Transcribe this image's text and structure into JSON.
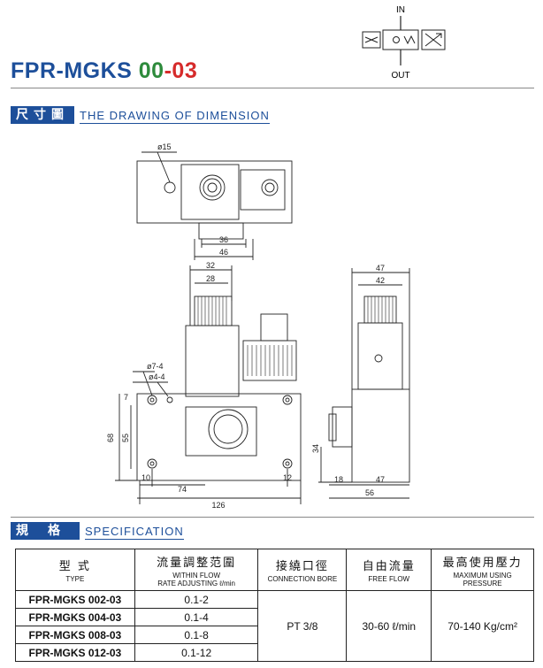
{
  "symbol": {
    "in_label": "IN",
    "out_label": "OUT"
  },
  "title": {
    "model": "FPR-MGKS",
    "code_a": "00",
    "dash": "-",
    "code_b": "03"
  },
  "section_dimension": {
    "label_cn": "尺寸圖",
    "label_en": "THE DRAWING OF DIMENSION"
  },
  "section_spec": {
    "label_cn": "規格",
    "label_en": "SPECIFICATION"
  },
  "dimensions": {
    "top_view": {
      "hole": "ø15",
      "w1": "36",
      "w2": "46"
    },
    "front_view": {
      "d32": "32",
      "d28": "28",
      "hole1": "ø7-4",
      "hole2": "ø4-4",
      "d7": "7",
      "d68": "68",
      "d55": "55",
      "d10": "10",
      "d74": "74",
      "d12": "12",
      "d126": "126"
    },
    "side_view": {
      "d47a": "47",
      "d42": "42",
      "d34": "34",
      "d18": "18",
      "d47b": "47",
      "d56": "56"
    }
  },
  "table": {
    "headers": [
      {
        "cn": "型 式",
        "en": "TYPE"
      },
      {
        "cn": "流量調整范圍",
        "en": "WITHIN FLOW",
        "en2": "RATE ADJUSTING ℓ/min"
      },
      {
        "cn": "接繞口徑",
        "en": "CONNECTION BORE"
      },
      {
        "cn": "自由流量",
        "en": "FREE FLOW"
      },
      {
        "cn": "最高使用壓力",
        "en": "MAXIMUM USING",
        "en2": "PRESSURE"
      }
    ],
    "rows": [
      {
        "type": "FPR-MGKS 002-03",
        "rate": "0.1-2"
      },
      {
        "type": "FPR-MGKS 004-03",
        "rate": "0.1-4"
      },
      {
        "type": "FPR-MGKS 008-03",
        "rate": "0.1-8"
      },
      {
        "type": "FPR-MGKS 012-03",
        "rate": "0.1-12"
      }
    ],
    "connection_bore": "PT 3/8",
    "free_flow": "30-60 ℓ/min",
    "max_pressure": "70-140 Kg/cm²"
  }
}
